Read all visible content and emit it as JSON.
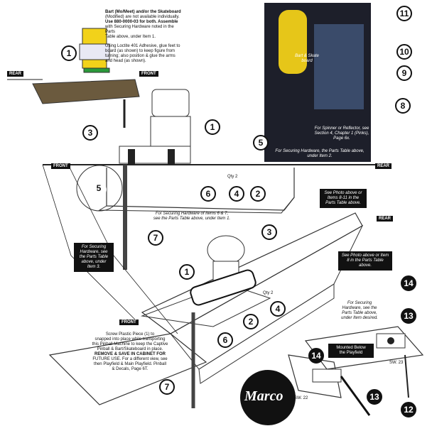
{
  "top_note": {
    "line1": "Bart (Mo/Meet) and/or the Skateboard",
    "line2": "(Modified) are not available individually.",
    "line3": "Use 880-0000-03 for both. Assemble",
    "line4": "with Securing Hardware noted in the Parts",
    "line5": "Table above, under Item 1.",
    "line6": "Using Loctite 401 Adhesive, glue feet to",
    "line7": "board (as shown) to keep figure from",
    "line8": "turning; also position & glue the arms",
    "line9": "and head (as shown)."
  },
  "labels": {
    "rear": "REAR",
    "front": "FRONT"
  },
  "photo": {
    "caption_bart": "Bart & Skate board",
    "caption_spinner": "For Spinner or Reflector, see Section 4, Chapter 1 (Pinks), Page 6x.",
    "caption_hardware": "For Securing Hardware, the Parts Table above, under Item 2."
  },
  "notes": {
    "qty1": "Qty 2",
    "qty2": "Qty 2",
    "hardware_items": "For Securing Hardware of Items 6 & 7,",
    "hardware_items2": "see the Parts Table above, under Item 1.",
    "see_photo": "See Photo above or",
    "see_photo2": "Items 8-11 in the",
    "see_photo3": "Parts Table above.",
    "securing_left": "For Securing Hardware, see the Parts Table above, under Item 3.",
    "photo_right": "See Photo above or Item 8 in the Parts Table above.",
    "securing_right1": "For Securing",
    "securing_right2": "Hardware, see the",
    "securing_right3": "Parts Table above,",
    "securing_right4": "under Item desired.",
    "mounted1": "Mounted Below",
    "mounted2": "the Playfield",
    "sw23": "SW. 23",
    "sw22": "SW. 22",
    "screw1": "Screw Plastic Piece (1) to",
    "screw2": "snapped into place while transporting",
    "screw3": "this Pinball Machine to keep the Captive",
    "screw4": "Pinball & Bart/Skateboard in place.",
    "screw5": "REMOVE & SAVE IN CABINET FOR",
    "screw6": "FUTURE USE. For a different view, see",
    "screw7": "then Playfield & Main Playfield. Pinball",
    "screw8": "& Decals, Page 6T.",
    "marco": "Marco"
  },
  "callouts": {
    "c1a": "1",
    "c1b": "1",
    "c1c": "1",
    "c2a": "2",
    "c2b": "2",
    "c3a": "3",
    "c3b": "3",
    "c4a": "4",
    "c4b": "4",
    "c5a": "5",
    "c5b": "5",
    "c6a": "6",
    "c6b": "6",
    "c7a": "7",
    "c7b": "7",
    "c8": "8",
    "c9": "9",
    "c10": "10",
    "c11": "11",
    "c12": "12",
    "c13a": "13",
    "c13b": "13",
    "c14a": "14",
    "c14b": "14"
  }
}
